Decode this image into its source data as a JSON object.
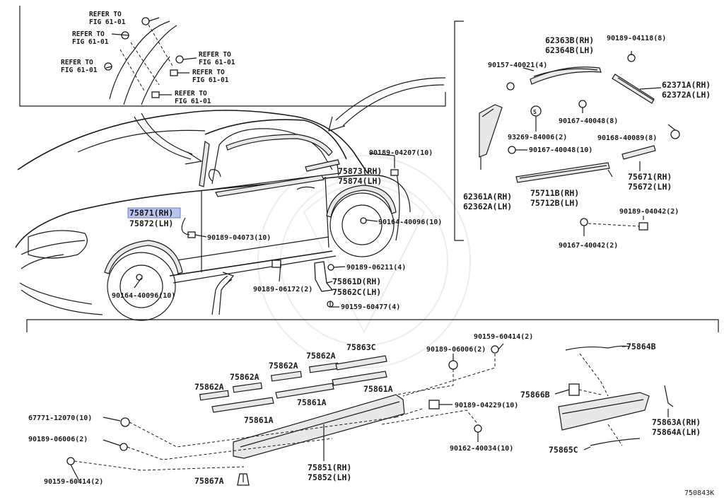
{
  "diagram_code": "750843K",
  "highlighted_label": "75871 (RH)",
  "refer_notes": [
    {
      "line1": "REFER TO",
      "line2": "FIG 61-01"
    },
    {
      "line1": "REFER TO",
      "line2": "FIG 61-01"
    },
    {
      "line1": "REFER TO",
      "line2": "FIG 61-01"
    },
    {
      "line1": "REFER TO",
      "line2": "FIG 61-01"
    },
    {
      "line1": "REFER TO",
      "line2": "FIG 61-01"
    },
    {
      "line1": "REFER TO",
      "line2": "FIG 61-01"
    }
  ],
  "upper_left_labels": {
    "p90189_04207": "90189-04207(10)",
    "p75873": "75873(RH)",
    "p75874": "75874(LH)",
    "p75871": "75871(RH)",
    "p75872": "75872(LH)",
    "p90189_04073": "90189-04073(10)",
    "p90164_40096_r": "90164-40096(10)",
    "p90164_40096_f": "90164-40096(10)",
    "p90189_06211": "90189-06211(4)",
    "p90189_06172": "90189-06172(2)",
    "p75861D": "75861D(RH)",
    "p75862C": "75862C(LH)",
    "p90159_60477": "90159-60477(4)"
  },
  "upper_right_labels": {
    "p62363B": "62363B(RH)",
    "p62364B": "62364B(LH)",
    "p90189_04118": "90189-04118(8)",
    "p90157_40021": "90157-40021(4)",
    "p62371A": "62371A(RH)",
    "p62372A": "62372A(LH)",
    "p90167_40048_8": "90167-40048(8)",
    "p93269_84006": "93269-84006(2)",
    "p90168_40089": "90168-40089(8)",
    "p90167_40048_10": "90167-40048(10)",
    "p75671": "75671(RH)",
    "p75672": "75672(LH)",
    "p62361A": "62361A(RH)",
    "p62362A": "62362A(LH)",
    "p75711B": "75711B(RH)",
    "p75712B": "75712B(LH)",
    "p90189_04042": "90189-04042(2)",
    "p90167_40042": "90167-40042(2)"
  },
  "lower_labels": {
    "p75863C": "75863C",
    "p75862A_1": "75862A",
    "p75862A_2": "75862A",
    "p75862A_3": "75862A",
    "p75862A_4": "75862A",
    "p75861A_1": "75861A",
    "p75861A_2": "75861A",
    "p75861A_3": "75861A",
    "p90159_60414_t": "90159-60414(2)",
    "p90189_06006_t": "90189-06006(2)",
    "p75864B": "75864B",
    "p75866B": "75866B",
    "p90189_04229": "90189-04229(10)",
    "p67771_12070": "67771-12070(10)",
    "p90189_06006_b": "90189-06006(2)",
    "p90159_60414_b": "90159-60414(2)",
    "p90162_40034": "90162-40034(10)",
    "p75863A": "75863A(RH)",
    "p75864A": "75864A(LH)",
    "p75865C": "75865C",
    "p75851": "75851(RH)",
    "p75852": "75852(LH)",
    "p75867A": "75867A"
  }
}
